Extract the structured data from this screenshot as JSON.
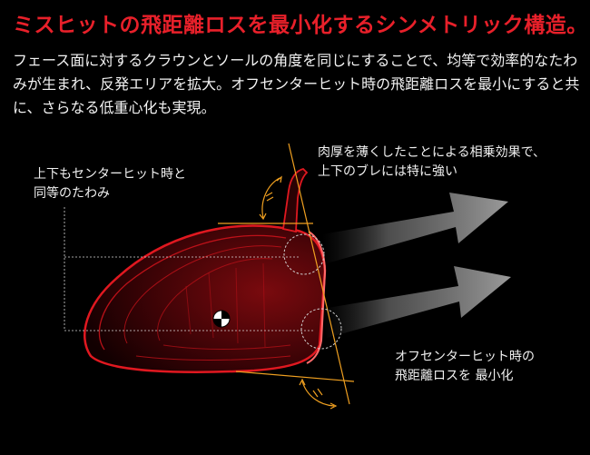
{
  "headline": "ミスヒットの飛距離ロスを最小化するシンメトリック構造。",
  "description": "フェース面に対するクラウンとソールの角度を同じにすることで、均等で効率的なたわみが生まれ、反発エリアを拡大。オフセンターヒット時の飛距離ロスを最小にすると共に、さらなる低重心化も実現。",
  "callouts": {
    "left": [
      "上下もセンターヒット時と",
      "同等のたわみ"
    ],
    "right_top": [
      "肉厚を薄くしたことによる相乗効果で、",
      "上下のブレには特に強い"
    ],
    "bottom": [
      "オフセンターヒット時の",
      "飛距離ロスを 最小化"
    ]
  },
  "colors": {
    "headline": "#e8202a",
    "club_red": "#d4141c",
    "angle_orange": "#f0a020",
    "arrow_gray": "#8a8a8a"
  },
  "icons": [
    "angle-arc-icon",
    "center-of-gravity-icon",
    "flight-arrow-icon"
  ]
}
